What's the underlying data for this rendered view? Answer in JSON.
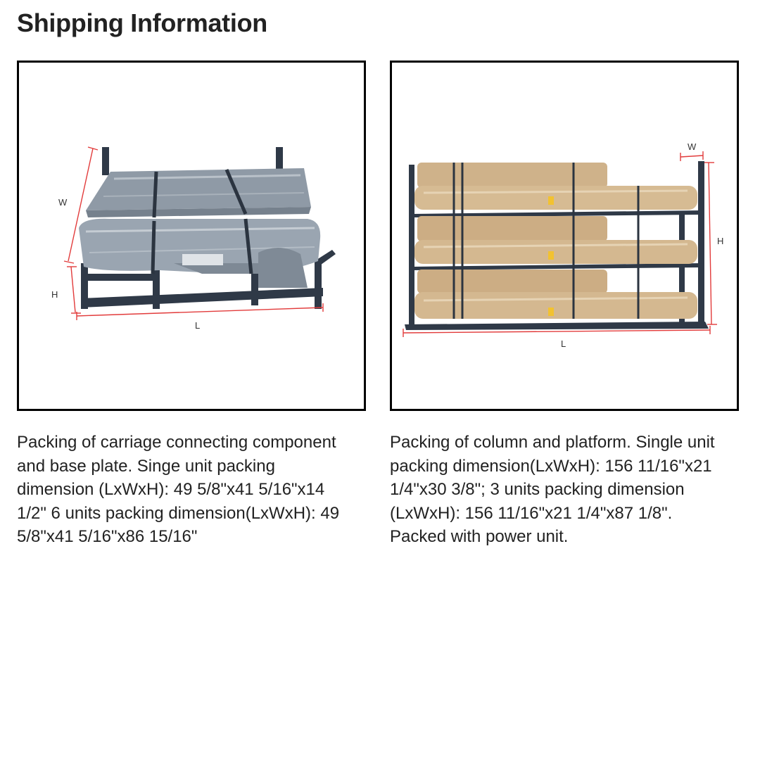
{
  "page": {
    "title": "Shipping Information"
  },
  "cards": [
    {
      "caption": "Packing of carriage connecting component and base plate. Singe unit packing dimension (LxWxH): 49 5/8\"x41 5/16\"x14 1/2\" 6 units packing dimension(LxWxH): 49 5/8\"x41 5/16\"x86 15/16\"",
      "labels": {
        "w": "W",
        "h": "H",
        "l": "L"
      }
    },
    {
      "caption": "Packing of column and platform. Single unit packing dimension(LxWxH): 156 11/16\"x21 1/4\"x30 3/8\"; 3 units packing dimension (LxWxH): 156 11/16\"x21 1/4\"x87 1/8\". Packed with power unit.",
      "labels": {
        "w": "W",
        "h": "H",
        "l": "L"
      }
    }
  ],
  "colors": {
    "frame": "#000000",
    "dimension_line": "#e23b3b",
    "steel": "#2f3947",
    "wrap": "#8f9aa6",
    "cardboard": "#d2b48c"
  }
}
